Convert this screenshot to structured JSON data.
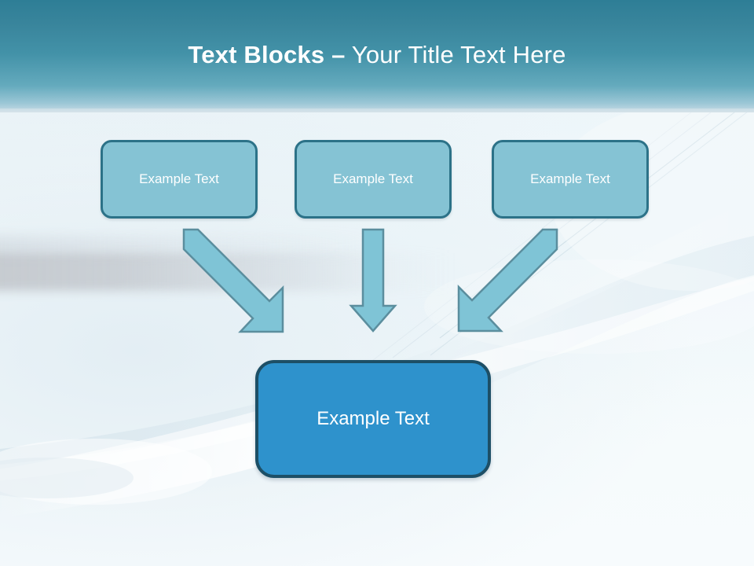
{
  "slide": {
    "title": {
      "bold_part": "Text Blocks –",
      "normal_part": " Your Title Text Here",
      "full": "Text Blocks – Your Title Text Here"
    },
    "theme": {
      "header_top_color": "#2e7e96",
      "header_bottom_color": "#c9dde6",
      "background_color": "#f4fafc",
      "top_box_fill": "#85c3d4",
      "top_box_border": "#2c7288",
      "bottom_box_fill": "#2e92cc",
      "bottom_box_border": "#1d4f66",
      "arrow_fill": "#7fc4d6",
      "arrow_border": "#5b8e9e",
      "text_color": "#ffffff"
    },
    "top_boxes": [
      {
        "label": "Example Text"
      },
      {
        "label": "Example Text"
      },
      {
        "label": "Example Text"
      }
    ],
    "bottom_box": {
      "label": "Example Text"
    },
    "arrows": [
      {
        "name": "arrow-down-right",
        "direction": "down-right"
      },
      {
        "name": "arrow-down",
        "direction": "down"
      },
      {
        "name": "arrow-down-left",
        "direction": "down-left"
      }
    ]
  }
}
